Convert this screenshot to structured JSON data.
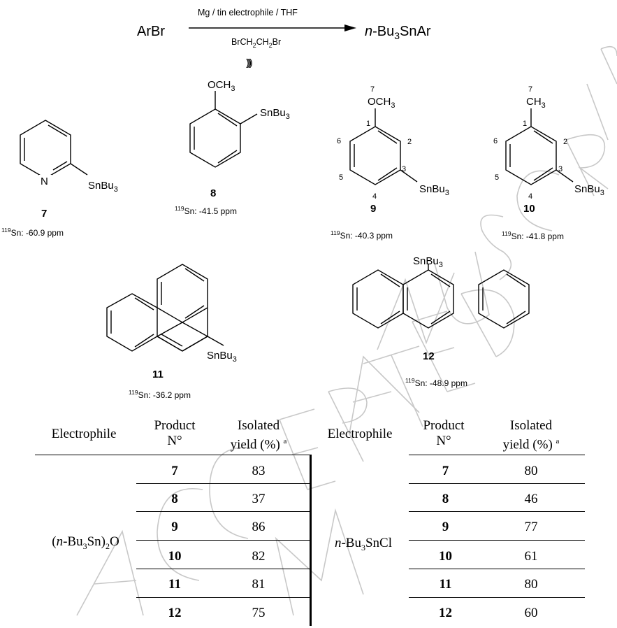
{
  "scheme": {
    "reactant": "ArBr",
    "reagents_above": "Mg / tin electrophile / THF",
    "reagents_below_main": "BrCH",
    "reagents_below_sub1": "2",
    "reagents_below_mid": "CH",
    "reagents_below_sub2": "2",
    "reagents_below_end": "Br",
    "sonication_symbol": "))))",
    "product_prefix": "n",
    "product_mid": "-Bu",
    "product_sub": "3",
    "product_end": "SnAr"
  },
  "compounds": [
    {
      "id": "7",
      "substituent": "SnBu",
      "sub": "3",
      "ring_atom": "N",
      "nmr_sup": "119",
      "nmr_text": "Sn: -60.9 ppm"
    },
    {
      "id": "8",
      "substituent": "SnBu",
      "sub": "3",
      "top_group": "OCH",
      "top_sub": "3",
      "nmr_sup": "119",
      "nmr_text": "Sn: -41.5 ppm"
    },
    {
      "id": "9",
      "substituent": "SnBu",
      "sub": "3",
      "top_group": "OCH",
      "top_sub": "3",
      "numbers": [
        "7",
        "1",
        "2",
        "3",
        "4",
        "5",
        "6"
      ],
      "nmr_sup": "119",
      "nmr_text": "Sn: -40.3 ppm"
    },
    {
      "id": "10",
      "substituent": "SnBu",
      "sub": "3",
      "top_group": "CH",
      "top_sub": "3",
      "numbers": [
        "7",
        "1",
        "2",
        "3",
        "4",
        "5",
        "6"
      ],
      "nmr_sup": "119",
      "nmr_text": "Sn: -41.8 ppm"
    },
    {
      "id": "11",
      "substituent": "SnBu",
      "sub": "3",
      "nmr_sup": "119",
      "nmr_text": "Sn: -36.2 ppm"
    },
    {
      "id": "12",
      "substituent": "SnBu",
      "sub": "3",
      "nmr_sup": "119",
      "nmr_text": "Sn: -48.9 ppm"
    }
  ],
  "table": {
    "headers": {
      "electrophile": "Electrophile",
      "product_1": "Product",
      "product_2": "N°",
      "yield_1": "Isolated",
      "yield_2": "yield (%)",
      "yield_sup": "a"
    },
    "left": {
      "electrophile_pre": "(",
      "electrophile_italic": "n",
      "electrophile_mid": "-Bu",
      "electrophile_sub": "3",
      "electrophile_mid2": "Sn)",
      "electrophile_sub2": "2",
      "electrophile_end": "O",
      "rows": [
        {
          "product": "7",
          "yield": "83"
        },
        {
          "product": "8",
          "yield": "37"
        },
        {
          "product": "9",
          "yield": "86"
        },
        {
          "product": "10",
          "yield": "82"
        },
        {
          "product": "11",
          "yield": "81"
        },
        {
          "product": "12",
          "yield": "75"
        }
      ]
    },
    "right": {
      "electrophile_italic": "n",
      "electrophile_mid": "-Bu",
      "electrophile_sub": "3",
      "electrophile_end": "SnCl",
      "rows": [
        {
          "product": "7",
          "yield": "80"
        },
        {
          "product": "8",
          "yield": "46"
        },
        {
          "product": "9",
          "yield": "77"
        },
        {
          "product": "10",
          "yield": "61"
        },
        {
          "product": "11",
          "yield": "80"
        },
        {
          "product": "12",
          "yield": "60"
        }
      ]
    }
  },
  "watermark": "ACCEPTED MANUSCRIPT"
}
